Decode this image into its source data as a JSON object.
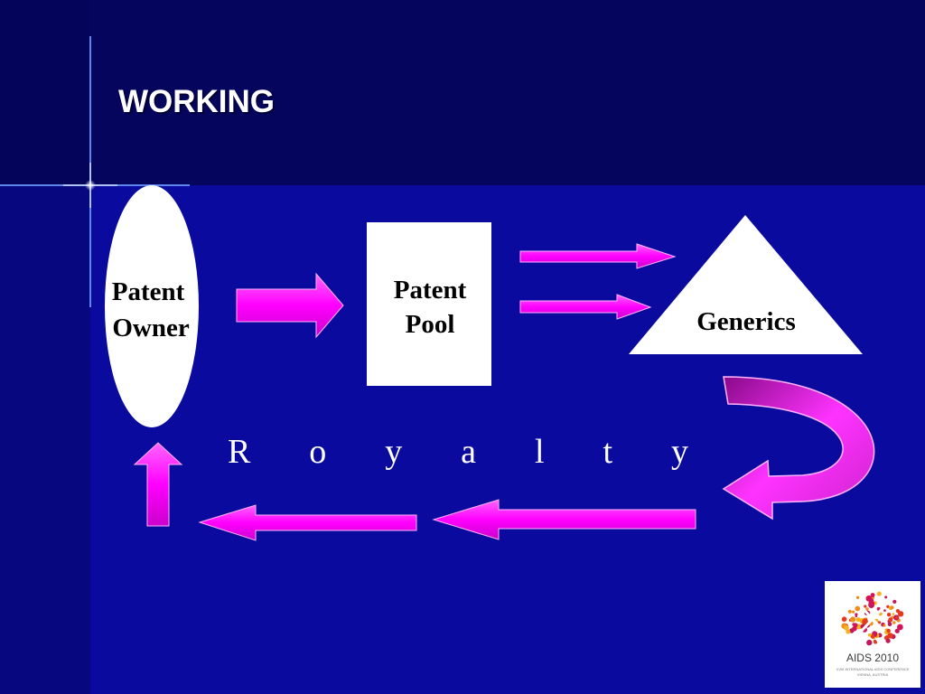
{
  "slide": {
    "title": "WORKING"
  },
  "diagram": {
    "owner_line1": "Patent",
    "owner_line2": "Owner",
    "pool_line1": "Patent",
    "pool_line2": "Pool",
    "generics_label": "Generics",
    "royalty_label": "Royalty"
  },
  "logo": {
    "caption": "AIDS 2010",
    "subline1": "XVIII INTERNATIONAL AIDS CONFERENCE",
    "subline2": "VIENNA, AUSTRIA"
  },
  "colors": {
    "background": "#0a0a9e",
    "arrow": "#ff33ff",
    "shape_fill": "#ffffff",
    "text": "#000000"
  }
}
